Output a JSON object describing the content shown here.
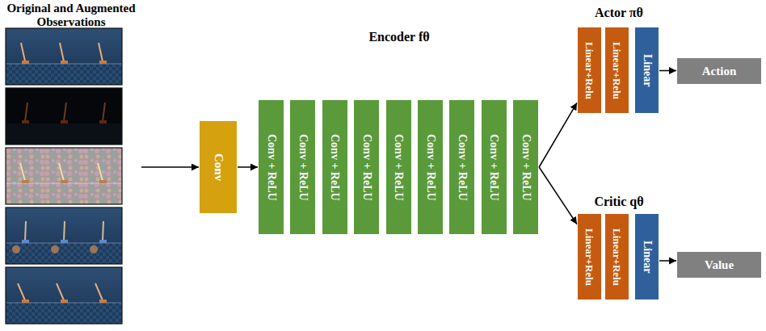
{
  "diagram": {
    "nodes": [
      {
        "text": [
          "Original and Augmented Observations"
        ]
      },
      {
        "text": [
          "Conv"
        ]
      },
      {
        "text": [
          "Encoder fθ"
        ]
      },
      {
        "text": [
          "Conv + ReLU"
        ],
        "in": 2
      },
      {
        "text": [
          "Conv + ReLU"
        ],
        "in": 2
      },
      {
        "text": [
          "Conv + ReLU"
        ],
        "in": 2
      },
      {
        "text": [
          "Conv + ReLU"
        ],
        "in": 2
      },
      {
        "text": [
          "Conv + ReLU"
        ],
        "in": 2
      },
      {
        "text": [
          "Conv + ReLU"
        ],
        "in": 2
      },
      {
        "text": [
          "Conv + ReLU"
        ],
        "in": 2
      },
      {
        "text": [
          "Conv + ReLU"
        ],
        "in": 2
      },
      {
        "text": [
          "Conv + ReLU"
        ],
        "in": 2
      },
      {
        "text": [
          "Actor πθ"
        ]
      },
      {
        "text": [
          "Linear+Relu"
        ],
        "in": 12
      },
      {
        "text": [
          "Linear+Relu"
        ],
        "in": 12
      },
      {
        "text": [
          "Linear"
        ],
        "in": 12
      },
      {
        "text": [
          "Action"
        ]
      },
      {
        "text": [
          "Critic qθ"
        ]
      },
      {
        "text": [
          "Linear+Relu"
        ],
        "in": 17
      },
      {
        "text": [
          "Linear+Relu"
        ],
        "in": 17
      },
      {
        "text": [
          "Linear"
        ],
        "in": 17
      },
      {
        "text": [
          "Value"
        ]
      }
    ],
    "edges": [
      {
        "from": 0,
        "to": 1,
        "arrow": "to"
      },
      {
        "from": 1,
        "to": 3,
        "arrow": "to"
      },
      {
        "from": 11,
        "to": 13,
        "arrow": "to"
      },
      {
        "from": 11,
        "to": 18,
        "arrow": "to"
      },
      {
        "from": 15,
        "to": 16,
        "arrow": "to"
      },
      {
        "from": 20,
        "to": 21,
        "arrow": "to"
      }
    ]
  }
}
